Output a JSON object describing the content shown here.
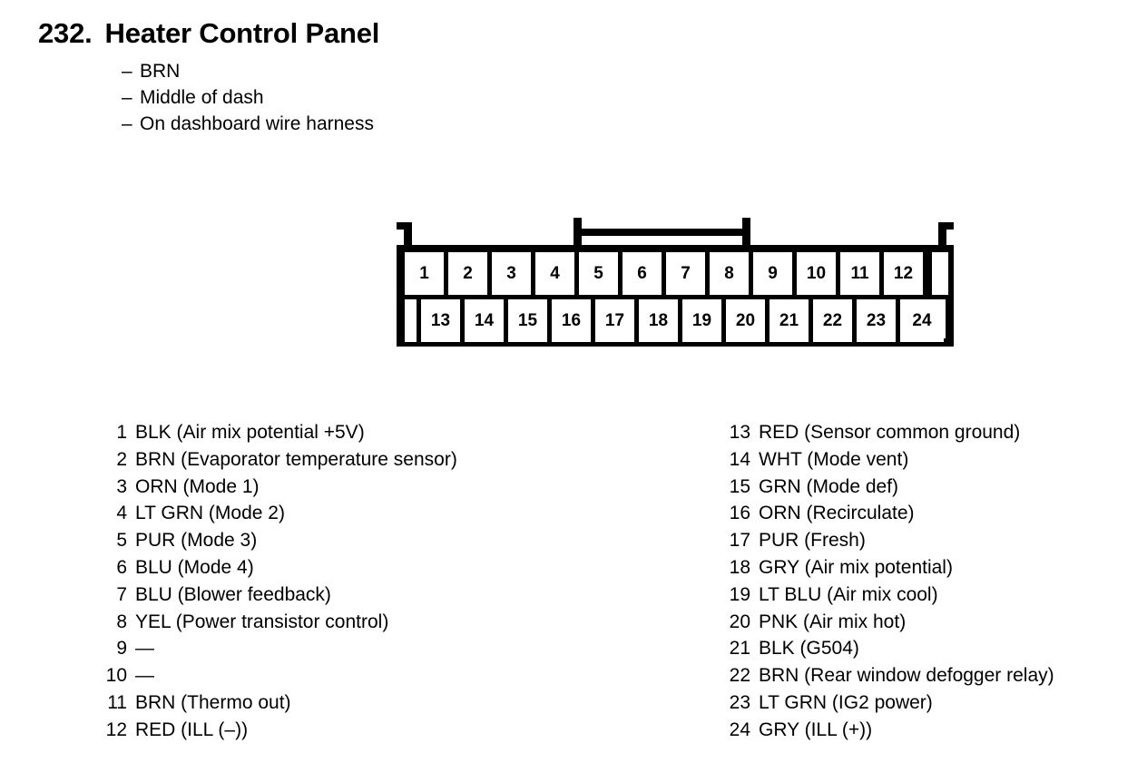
{
  "header": {
    "number": "232.",
    "title": "Heater Control Panel",
    "details": [
      {
        "dash": "–",
        "text": "BRN"
      },
      {
        "dash": "–",
        "text": "Middle of dash"
      },
      {
        "dash": "–",
        "text": "On dashboard wire harness"
      }
    ]
  },
  "connector": {
    "total_pins": 24,
    "top_row": [
      "1",
      "2",
      "3",
      "4",
      "5",
      "6",
      "7",
      "8",
      "9",
      "10",
      "11",
      "12"
    ],
    "bottom_row": [
      "13",
      "14",
      "15",
      "16",
      "17",
      "18",
      "19",
      "20",
      "21",
      "22",
      "23",
      "24"
    ]
  },
  "pin_list_left": [
    {
      "number": "1",
      "label": "BLK (Air mix potential +5V)"
    },
    {
      "number": "2",
      "label": "BRN (Evaporator temperature sensor)"
    },
    {
      "number": "3",
      "label": "ORN (Mode 1)"
    },
    {
      "number": "4",
      "label": "LT GRN (Mode 2)"
    },
    {
      "number": "5",
      "label": "PUR (Mode 3)"
    },
    {
      "number": "6",
      "label": "BLU (Mode 4)"
    },
    {
      "number": "7",
      "label": "BLU (Blower feedback)"
    },
    {
      "number": "8",
      "label": "YEL (Power transistor control)"
    },
    {
      "number": "9",
      "label": "—"
    },
    {
      "number": "10",
      "label": "—"
    },
    {
      "number": "11",
      "label": "BRN (Thermo out)"
    },
    {
      "number": "12",
      "label": "RED (ILL (–))"
    }
  ],
  "pin_list_right": [
    {
      "number": "13",
      "label": "RED (Sensor common ground)"
    },
    {
      "number": "14",
      "label": "WHT (Mode vent)"
    },
    {
      "number": "15",
      "label": "GRN (Mode def)"
    },
    {
      "number": "16",
      "label": "ORN (Recirculate)"
    },
    {
      "number": "17",
      "label": "PUR (Fresh)"
    },
    {
      "number": "18",
      "label": "GRY (Air mix potential)"
    },
    {
      "number": "19",
      "label": "LT BLU (Air mix cool)"
    },
    {
      "number": "20",
      "label": "PNK (Air mix hot)"
    },
    {
      "number": "21",
      "label": "BLK (G504)"
    },
    {
      "number": "22",
      "label": "BRN (Rear window defogger relay)"
    },
    {
      "number": "23",
      "label": "LT GRN (IG2 power)"
    },
    {
      "number": "24",
      "label": "GRY (ILL (+))"
    }
  ],
  "colors": {
    "ink": "#000000",
    "paper": "#ffffff"
  }
}
